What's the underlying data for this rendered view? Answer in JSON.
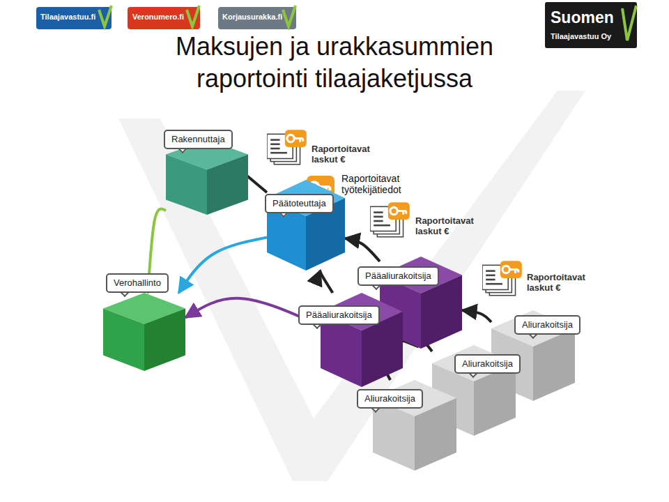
{
  "diagram": {
    "title": "Maksujen ja urakkasummien raportointi tilaajaketjussa",
    "nodes": [
      {
        "text": [
          "Rakennuttaja"
        ]
      },
      {
        "text": [
          "Päätoteuttaja"
        ]
      },
      {
        "text": [
          "Verohallinto"
        ]
      },
      {
        "text": [
          "Pääaliurakoitsija"
        ]
      },
      {
        "text": [
          "Pääaliurakoitsija"
        ]
      },
      {
        "text": [
          "Aliurakoitsija"
        ]
      },
      {
        "text": [
          "Aliurakoitsija"
        ]
      },
      {
        "text": [
          "Aliurakoitsija"
        ]
      }
    ],
    "edges": [
      {
        "from": 1,
        "to": 0,
        "arrow": "to"
      },
      {
        "from": 0,
        "to": 2,
        "arrow": "to"
      },
      {
        "from": 1,
        "to": 2,
        "arrow": "to"
      },
      {
        "from": 4,
        "to": 2,
        "arrow": "to"
      },
      {
        "from": 4,
        "to": 1,
        "arrow": "to"
      },
      {
        "from": 3,
        "to": 1,
        "arrow": "to"
      },
      {
        "from": 5,
        "to": 3,
        "arrow": "to"
      },
      {
        "from": 6,
        "to": 4,
        "arrow": "to"
      },
      {
        "from": 7,
        "to": 4,
        "arrow": "to"
      }
    ],
    "labels": [
      "Tilaajavastuu.fi",
      "Veronumero.fi",
      "Korjausurakka.fi",
      "Suomen",
      "Tilaajavastuu Oy",
      "Raportoitavat laskut €",
      "Raportoitavat työtekijätiedot",
      "Raportoitavat laskut €",
      "Raportoitavat laskut €"
    ]
  }
}
